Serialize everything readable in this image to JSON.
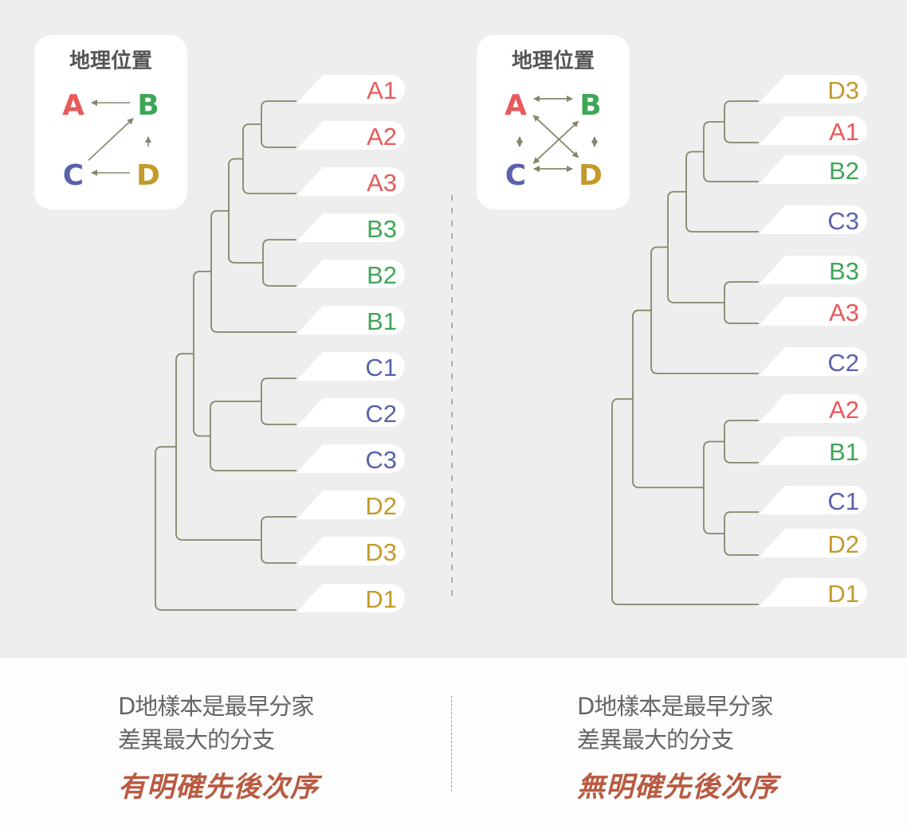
{
  "colors": {
    "A": "#e85a5a",
    "B": "#3ea655",
    "C": "#5a62ad",
    "D": "#c39a2a",
    "line": "#87866b",
    "caption": "#b95a41"
  },
  "left": {
    "geo_box": {
      "title": "地理位置",
      "nodes": [
        "A",
        "B",
        "C",
        "D"
      ],
      "arrows": [
        [
          "B",
          "A"
        ],
        [
          "C",
          "B"
        ],
        [
          "D",
          "B"
        ],
        [
          "D",
          "C"
        ]
      ]
    },
    "tree": [
      [
        [
          [
            [
              [
                [
                  "A1",
                  "A2"
                ],
                "A3"
              ],
              [
                "B3",
                "B2"
              ]
            ],
            "B1"
          ],
          [
            [
              "C1",
              "C2"
            ],
            "C3"
          ]
        ],
        [
          "D2",
          "D3"
        ]
      ],
      "D1"
    ],
    "caption": {
      "line1": "D地樣本是最早分家",
      "line2": "差異最大的分支",
      "emphasis": "有明確先後次序"
    }
  },
  "right": {
    "geo_box": {
      "title": "地理位置",
      "nodes": [
        "A",
        "B",
        "C",
        "D"
      ],
      "arrows": [
        [
          "A",
          "B"
        ],
        [
          "B",
          "A"
        ],
        [
          "A",
          "C"
        ],
        [
          "C",
          "A"
        ],
        [
          "B",
          "D"
        ],
        [
          "D",
          "B"
        ],
        [
          "C",
          "D"
        ],
        [
          "D",
          "C"
        ],
        [
          "A",
          "D"
        ],
        [
          "D",
          "A"
        ],
        [
          "B",
          "C"
        ],
        [
          "C",
          "B"
        ]
      ]
    },
    "tree": [
      [
        [
          [
            [
              [
                [
                  "D3",
                  "A1"
                ],
                "B2"
              ],
              "C3"
            ],
            [
              "B3",
              "A3"
            ]
          ],
          "C2"
        ],
        [
          [
            "A2",
            "B1"
          ],
          [
            "C1",
            "D2"
          ]
        ]
      ],
      "D1"
    ],
    "caption": {
      "line1": "D地樣本是最早分家",
      "line2": "差異最大的分支",
      "emphasis": "無明確先後次序"
    }
  }
}
